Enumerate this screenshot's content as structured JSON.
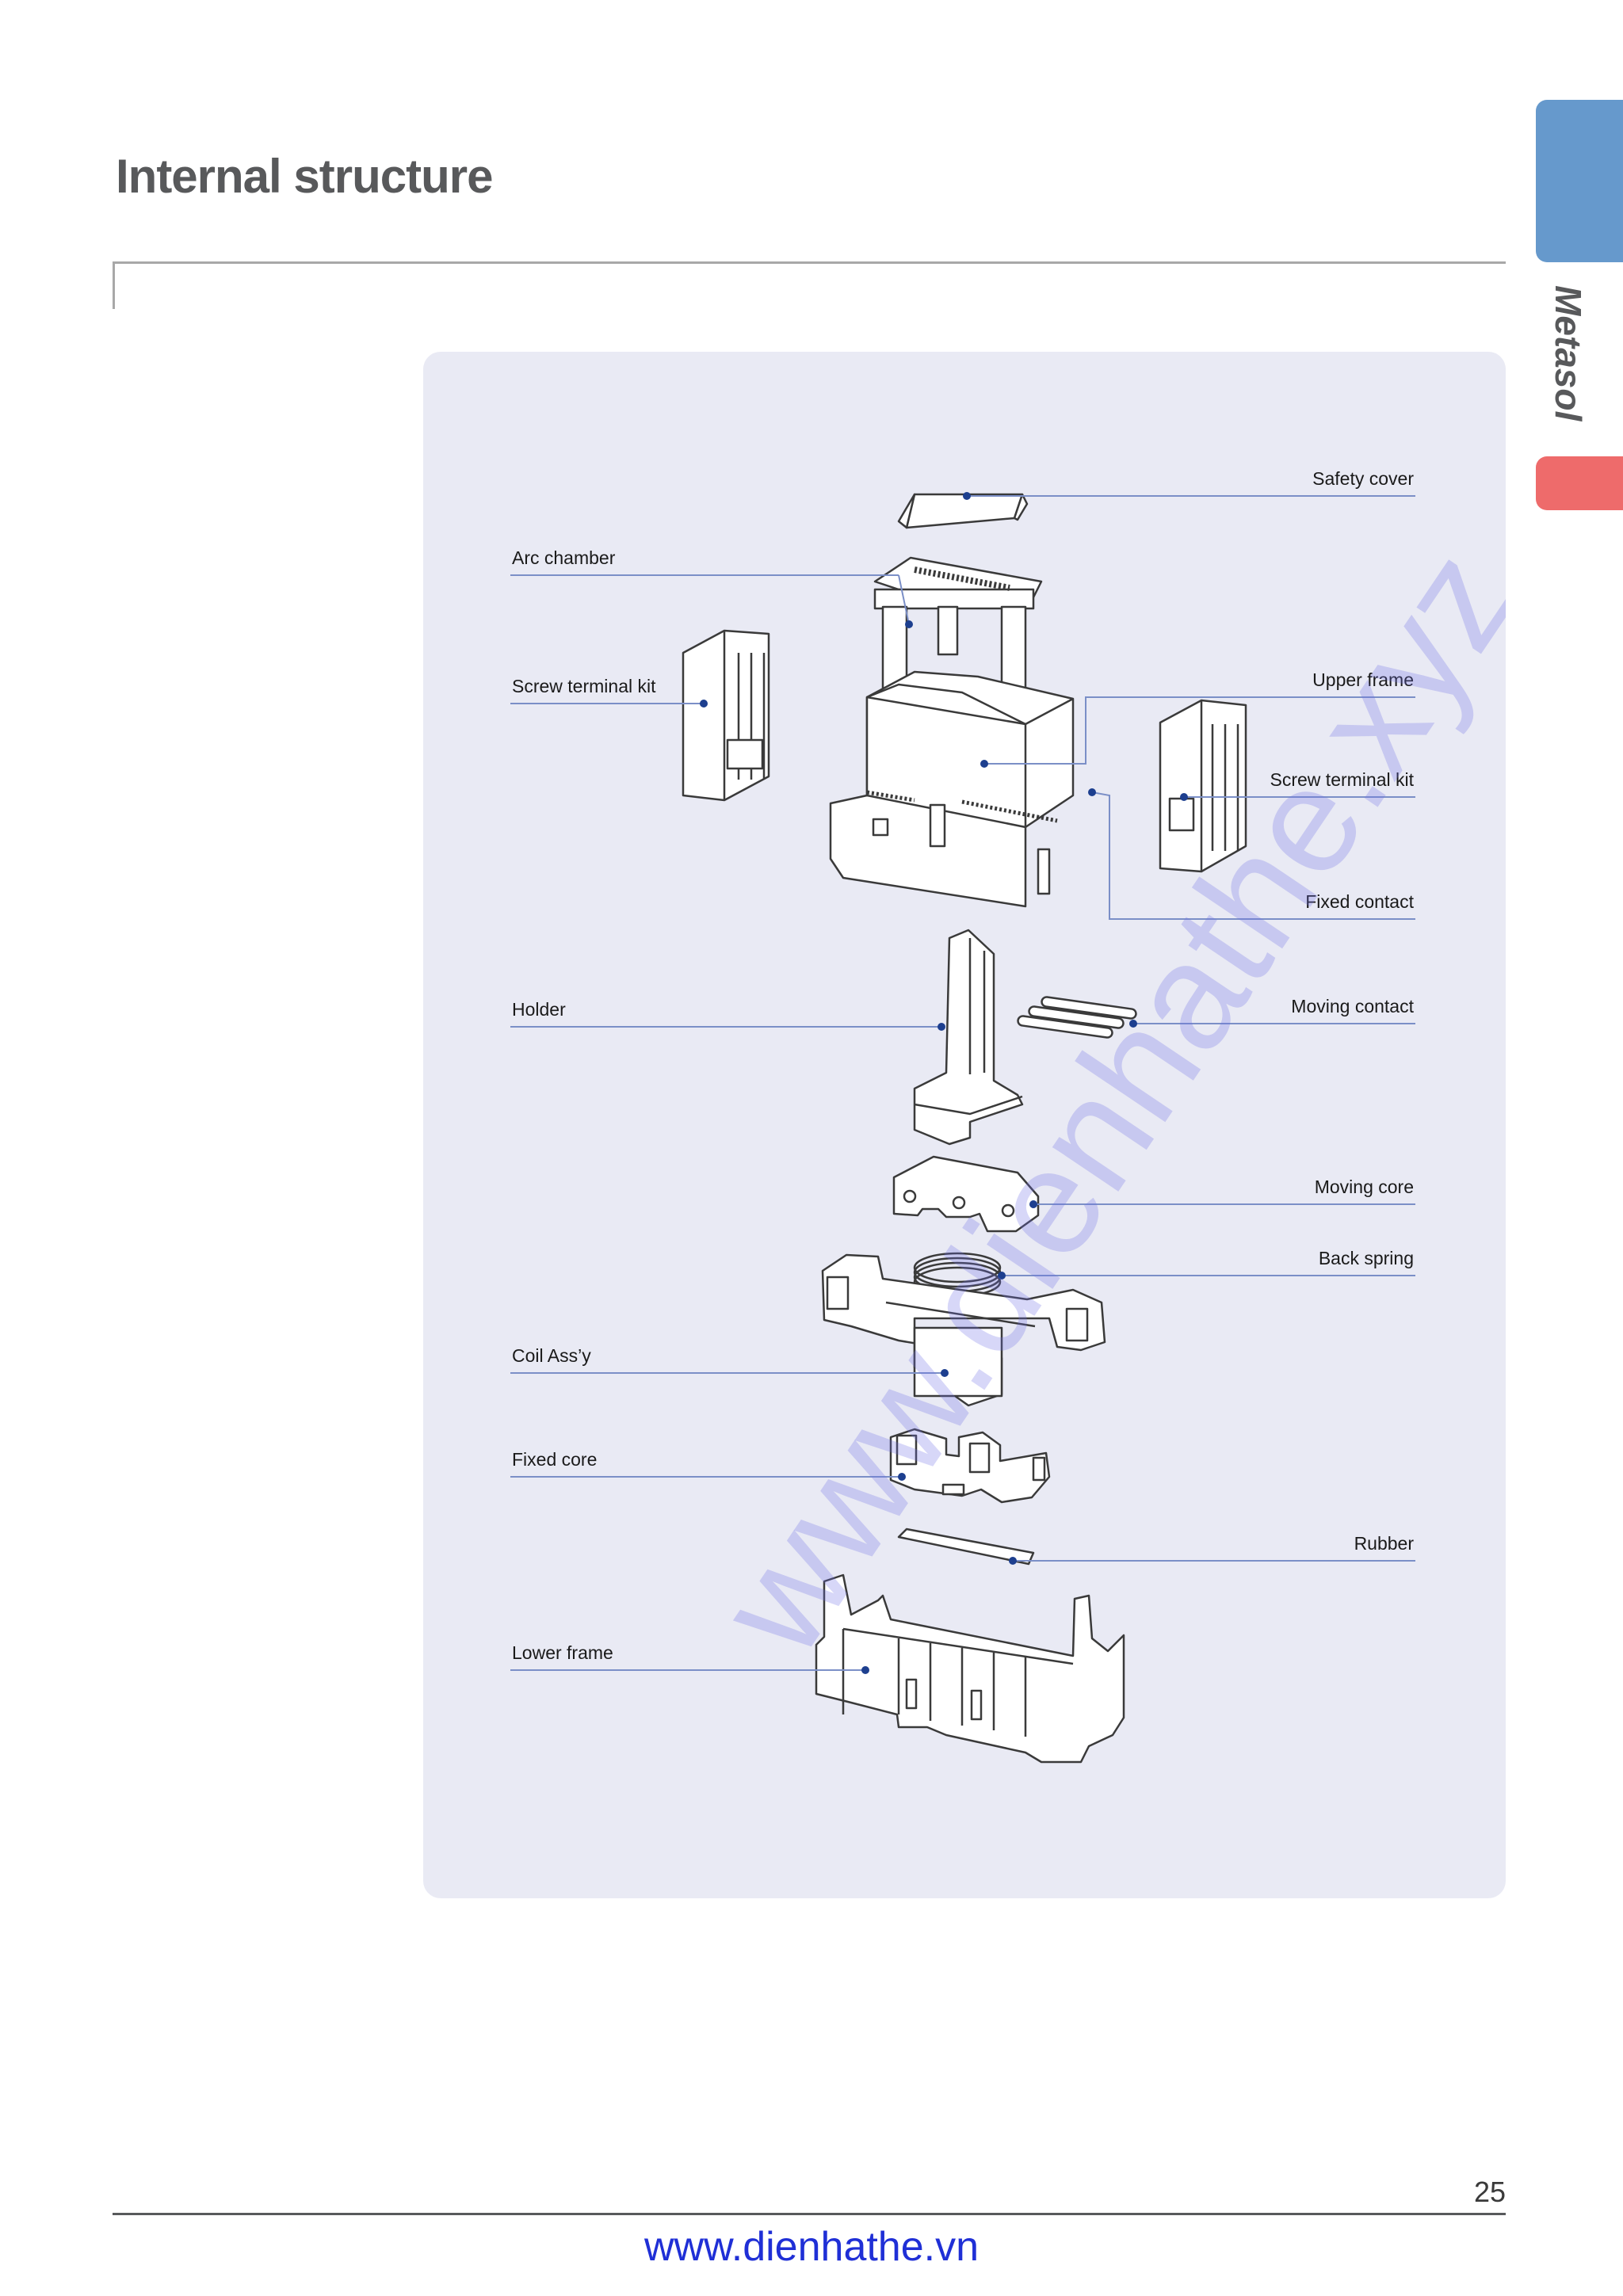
{
  "page": {
    "title": "Internal structure",
    "side_label": "Metasol",
    "page_number": "25",
    "footer_url": "www.dienhathe.vn",
    "watermark": "www.dienhathe.xyz"
  },
  "diagram": {
    "labels_left": [
      {
        "id": "arc-chamber",
        "text": "Arc chamber"
      },
      {
        "id": "screw-terminal-kit-left",
        "text": "Screw terminal kit"
      },
      {
        "id": "holder",
        "text": "Holder"
      },
      {
        "id": "coil-assy",
        "text": "Coil Ass’y"
      },
      {
        "id": "fixed-core",
        "text": "Fixed core"
      },
      {
        "id": "lower-frame",
        "text": "Lower frame"
      }
    ],
    "labels_right": [
      {
        "id": "safety-cover",
        "text": "Safety cover"
      },
      {
        "id": "upper-frame",
        "text": "Upper frame"
      },
      {
        "id": "screw-terminal-kit-right",
        "text": "Screw terminal kit"
      },
      {
        "id": "fixed-contact",
        "text": "Fixed contact"
      },
      {
        "id": "moving-contact",
        "text": "Moving contact"
      },
      {
        "id": "moving-core",
        "text": "Moving core"
      },
      {
        "id": "back-spring",
        "text": "Back spring"
      },
      {
        "id": "rubber",
        "text": "Rubber"
      }
    ]
  },
  "colors": {
    "panel_bg": "#e9eaf4",
    "leader_line": "#7b8fc7",
    "dot": "#1d3f8f",
    "tab_blue": "#6699cc",
    "tab_red": "#ee6b6b",
    "footer_link": "#1f2fd6"
  }
}
